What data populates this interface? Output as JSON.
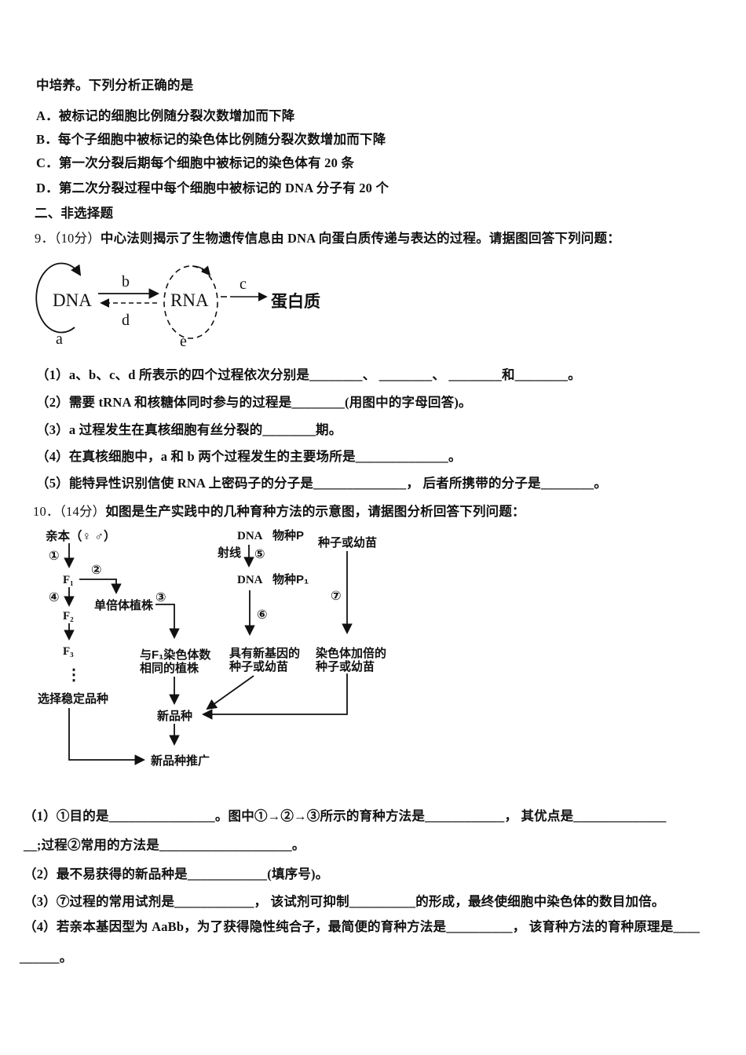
{
  "q8": {
    "stem_tail": "中培养。下列分析正确的是",
    "options": [
      "A．被标记的细胞比例随分裂次数增加而下降",
      "B．每个子细胞中被标记的染色体比例随分裂次数增加而下降",
      "C．第一次分裂后期每个细胞中被标记的染色体有 20 条",
      "D．第二次分裂过程中每个细胞中被标记的 DNA 分子有 20 个"
    ]
  },
  "section2": {
    "title": "二、非选择题"
  },
  "q9": {
    "number": "9．",
    "score": "（10分）",
    "stem": "中心法则揭示了生物遗传信息由 DNA 向蛋白质传递与表达的过程。请据图回答下列问题：",
    "diagram": {
      "dna": "DNA",
      "rna": "RNA",
      "protein": "蛋白质",
      "label_a": "a",
      "label_b": "b",
      "label_c": "c",
      "label_d": "d",
      "label_e": "e"
    },
    "subs": [
      "（1）a、b、c、d 所表示的四个过程依次分别是________、 ________、 ________和________。",
      "（2）需要 tRNA 和核糖体同时参与的过程是________(用图中的字母回答)。",
      "（3）a 过程发生在真核细胞有丝分裂的________期。",
      "（4）在真核细胞中，a 和 b 两个过程发生的主要场所是______________。",
      "（5）能特异性识别信使 RNA 上密码子的分子是______________， 后者所携带的分子是________。"
    ]
  },
  "q10": {
    "number": "10．",
    "score": "（14分）",
    "stem": "如图是生产实践中的几种育种方法的示意图，请据图分析回答下列问题：",
    "diagram": {
      "parents": "亲本（♀ ♂）",
      "step1": "①",
      "step2": "②",
      "step3": "③",
      "step4": "④",
      "step5": "⑤",
      "step6": "⑥",
      "step7": "⑦",
      "f1": "F₁",
      "f2": "F₂",
      "f3": "F₃",
      "dots": "⋮",
      "haploid": "单倍体植株",
      "same_chrom_1": "与F₁染色体数",
      "same_chrom_2": "相同的植株",
      "select_stable": "选择稳定品种",
      "dna1": "DNA",
      "species_p": "物种P",
      "ray": "射线",
      "dna2": "DNA",
      "species_p1": "物种P₁",
      "new_gene_1": "具有新基因的",
      "new_gene_2": "种子或幼苗",
      "seeds": "种子或幼苗",
      "doubled_1": "染色体加倍的",
      "doubled_2": "种子或幼苗",
      "new_variety": "新品种",
      "promotion": "新品种推广"
    },
    "subs": [
      "（1）①目的是________________。图中①→②→③所示的育种方法是____________， 其优点是______________",
      "__;过程②常用的方法是____________________。",
      "（2）最不易获得的新品种是____________(填序号)。",
      "（3）⑦过程的常用试剂是____________， 该试剂可抑制__________的形成，最终使细胞中染色体的数目加倍。",
      "（4）若亲本基因型为 AaBb，为了获得隐性纯合子，最简便的育种方法是__________， 该育种方法的育种原理是____",
      "______。"
    ]
  }
}
